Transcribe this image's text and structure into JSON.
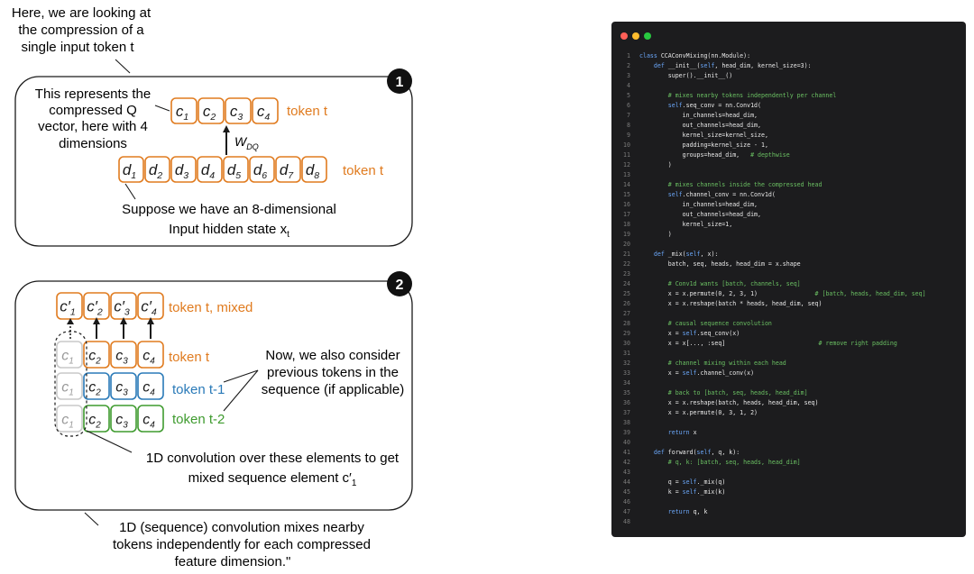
{
  "colors": {
    "orange": "#e07b1f",
    "blue": "#2a7ab8",
    "green": "#3f9b2f",
    "faded": "#9a9a9a",
    "black": "#1a1a1a"
  },
  "top_note": [
    "Here, we are looking at",
    "the compression of a",
    "single input  token t"
  ],
  "panel1": {
    "number": "1",
    "compressed_desc": [
      "This represents the",
      "compressed Q",
      "vector, here with 4",
      "dimensions"
    ],
    "c_cells": [
      "c1",
      "c2",
      "c3",
      "c4"
    ],
    "c_label": "token t",
    "weight_label": "W",
    "weight_sub": "DQ",
    "d_cells": [
      "d1",
      "d2",
      "d3",
      "d4",
      "d5",
      "d6",
      "d7",
      "d8"
    ],
    "d_label": "token t",
    "hidden_desc": [
      "Suppose we have an 8-dimensional",
      "Input hidden state x"
    ],
    "hidden_sub": "t"
  },
  "panel2": {
    "number": "2",
    "mixed_cells": [
      "c′1",
      "c′2",
      "c′3",
      "c′4"
    ],
    "mixed_label": "token t, mixed",
    "rows": [
      {
        "cells": [
          "c1",
          "c2",
          "c3",
          "c4"
        ],
        "label": "token t"
      },
      {
        "cells": [
          "c1",
          "c2",
          "c3",
          "c4"
        ],
        "label": "token t-1"
      },
      {
        "cells": [
          "c1",
          "c2",
          "c3",
          "c4"
        ],
        "label": "token t-2"
      }
    ],
    "prev_desc": [
      "Now, we also consider",
      "previous tokens in the",
      "sequence (if applicable)"
    ],
    "conv_desc": [
      "1D convolution over these elements to get",
      "mixed sequence element c′"
    ],
    "conv_sub": "1"
  },
  "bottom_note": [
    "1D (sequence) convolution mixes nearby",
    "tokens independently for each compressed",
    "feature dimension.\""
  ],
  "code": {
    "lines": [
      {
        "n": "1",
        "t": "class CCAConvMixing(nn.Module):"
      },
      {
        "n": "2",
        "t": "    def __init__(self, head_dim, kernel_size=3):"
      },
      {
        "n": "3",
        "t": "        super().__init__()"
      },
      {
        "n": "4",
        "t": ""
      },
      {
        "n": "5",
        "t": "        # mixes nearby tokens independently per channel"
      },
      {
        "n": "6",
        "t": "        self.seq_conv = nn.Conv1d("
      },
      {
        "n": "7",
        "t": "            in_channels=head_dim,"
      },
      {
        "n": "8",
        "t": "            out_channels=head_dim,"
      },
      {
        "n": "9",
        "t": "            kernel_size=kernel_size,"
      },
      {
        "n": "10",
        "t": "            padding=kernel_size - 1,"
      },
      {
        "n": "11",
        "t": "            groups=head_dim,   # depthwise"
      },
      {
        "n": "12",
        "t": "        )"
      },
      {
        "n": "13",
        "t": ""
      },
      {
        "n": "14",
        "t": "        # mixes channels inside the compressed head"
      },
      {
        "n": "15",
        "t": "        self.channel_conv = nn.Conv1d("
      },
      {
        "n": "16",
        "t": "            in_channels=head_dim,"
      },
      {
        "n": "17",
        "t": "            out_channels=head_dim,"
      },
      {
        "n": "18",
        "t": "            kernel_size=1,"
      },
      {
        "n": "19",
        "t": "        )"
      },
      {
        "n": "20",
        "t": ""
      },
      {
        "n": "21",
        "t": "    def _mix(self, x):"
      },
      {
        "n": "22",
        "t": "        batch, seq, heads, head_dim = x.shape"
      },
      {
        "n": "23",
        "t": ""
      },
      {
        "n": "24",
        "t": "        # Conv1d wants [batch, channels, seq]"
      },
      {
        "n": "25",
        "t": "        x = x.permute(0, 2, 3, 1)                # [batch, heads, head_dim, seq]"
      },
      {
        "n": "26",
        "t": "        x = x.reshape(batch * heads, head_dim, seq)"
      },
      {
        "n": "27",
        "t": ""
      },
      {
        "n": "28",
        "t": "        # causal sequence convolution"
      },
      {
        "n": "29",
        "t": "        x = self.seq_conv(x)"
      },
      {
        "n": "30",
        "t": "        x = x[..., :seq]                          # remove right padding"
      },
      {
        "n": "31",
        "t": ""
      },
      {
        "n": "32",
        "t": "        # channel mixing within each head"
      },
      {
        "n": "33",
        "t": "        x = self.channel_conv(x)"
      },
      {
        "n": "34",
        "t": ""
      },
      {
        "n": "35",
        "t": "        # back to [batch, seq, heads, head_dim]"
      },
      {
        "n": "36",
        "t": "        x = x.reshape(batch, heads, head_dim, seq)"
      },
      {
        "n": "37",
        "t": "        x = x.permute(0, 3, 1, 2)"
      },
      {
        "n": "38",
        "t": ""
      },
      {
        "n": "39",
        "t": "        return x"
      },
      {
        "n": "40",
        "t": ""
      },
      {
        "n": "41",
        "t": "    def forward(self, q, k):"
      },
      {
        "n": "42",
        "t": "        # q, k: [batch, seq, heads, head_dim]"
      },
      {
        "n": "43",
        "t": ""
      },
      {
        "n": "44",
        "t": "        q = self._mix(q)"
      },
      {
        "n": "45",
        "t": "        k = self._mix(k)"
      },
      {
        "n": "46",
        "t": ""
      },
      {
        "n": "47",
        "t": "        return q, k"
      },
      {
        "n": "48",
        "t": ""
      }
    ]
  }
}
